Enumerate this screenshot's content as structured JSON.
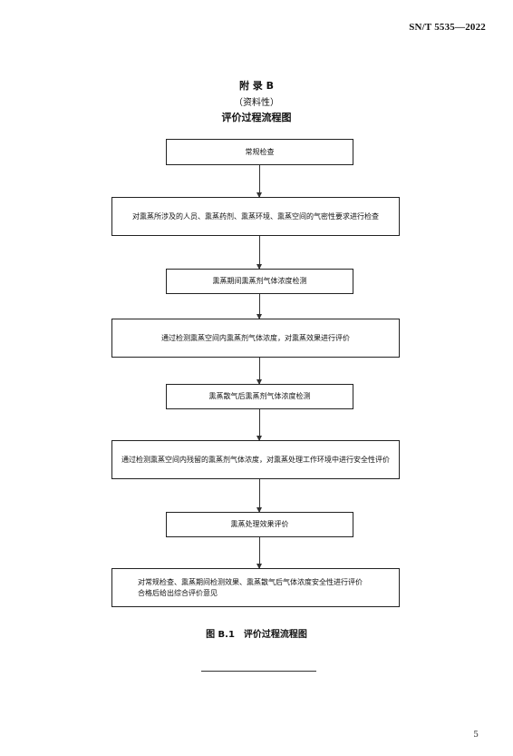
{
  "header": {
    "standard_code": "SN/T 5535—2022"
  },
  "appendix": {
    "label": "附 录 B",
    "nature": "（资料性）",
    "title": "评价过程流程图"
  },
  "flow": {
    "steps": [
      "常规检查",
      "对熏蒸所涉及的人员、熏蒸药剂、熏蒸环境、熏蒸空间的气密性要求进行检查",
      "熏蒸期间熏蒸剂气体浓度检测",
      "通过检测熏蒸空间内熏蒸剂气体浓度，对熏蒸效果进行评价",
      "熏蒸散气后熏蒸剂气体浓度检测",
      "通过检测熏蒸空间内残留的熏蒸剂气体浓度，对熏蒸处理工作环境中进行安全性评价",
      "熏蒸处理效果评价"
    ],
    "final_step_lines": [
      "对常规检查、熏蒸期间检测效果、熏蒸散气后气体浓度安全性进行评价",
      "合格后给出综合评价意见"
    ]
  },
  "figure": {
    "caption": "图 B.1　评价过程流程图"
  },
  "footer": {
    "page_number": "5"
  }
}
